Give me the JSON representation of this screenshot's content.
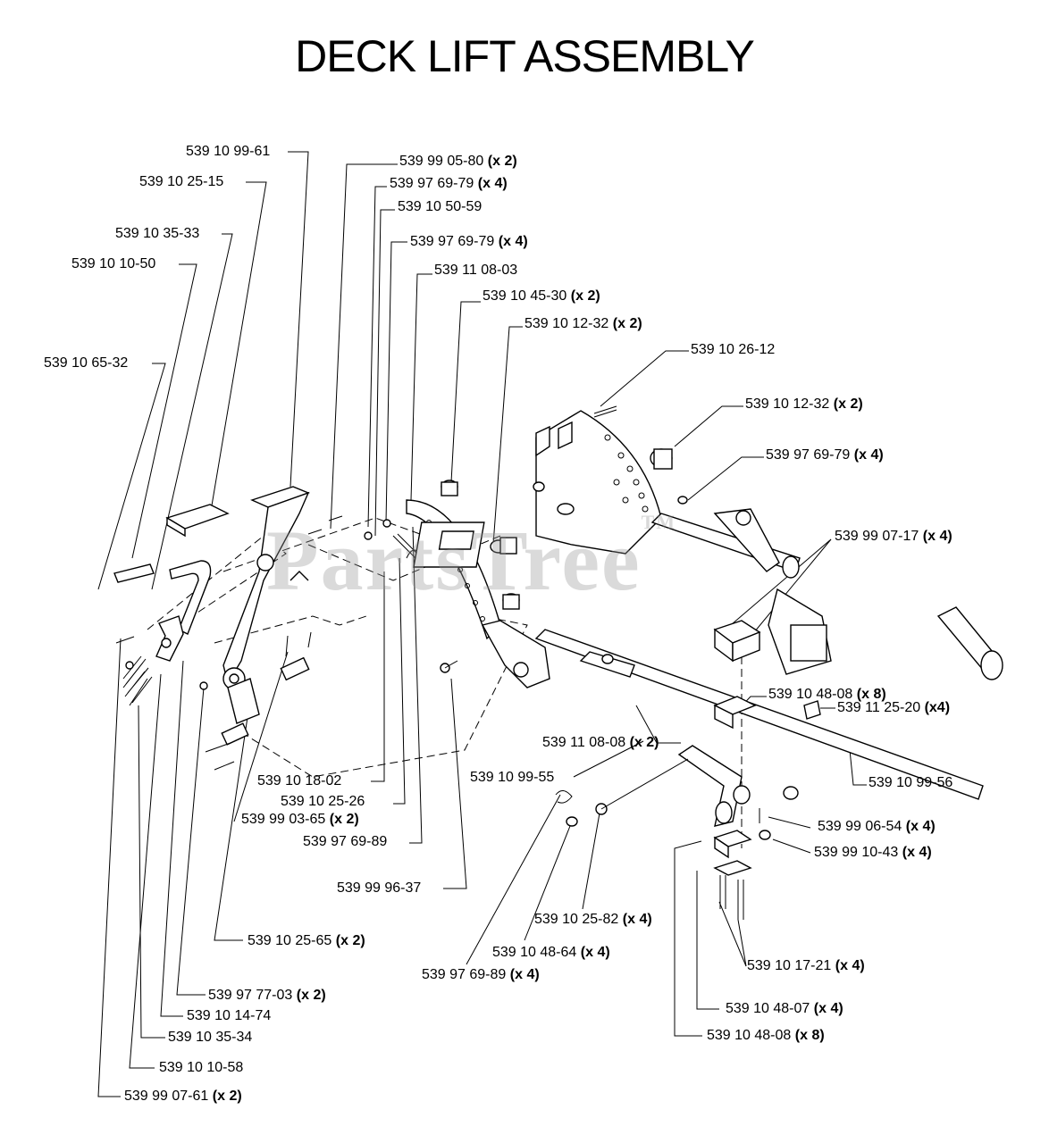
{
  "title": "DECK LIFT ASSEMBLY",
  "watermark": "PartsTree",
  "watermark_mark": "TM",
  "callouts": [
    {
      "part": "539 10 99-61",
      "qty": ""
    },
    {
      "part": "539 10 25-15",
      "qty": ""
    },
    {
      "part": "539 10 35-33",
      "qty": ""
    },
    {
      "part": "539 10 10-50",
      "qty": ""
    },
    {
      "part": "539 10 65-32",
      "qty": ""
    },
    {
      "part": "539 99 05-80",
      "qty": "(x 2)"
    },
    {
      "part": "539 97 69-79",
      "qty": "(x 4)"
    },
    {
      "part": "539 10 50-59",
      "qty": ""
    },
    {
      "part": "539 97 69-79",
      "qty": "(x 4)"
    },
    {
      "part": "539 11 08-03",
      "qty": ""
    },
    {
      "part": "539 10 45-30",
      "qty": "(x 2)"
    },
    {
      "part": "539 10 12-32",
      "qty": "(x 2)"
    },
    {
      "part": "539 10 26-12",
      "qty": ""
    },
    {
      "part": "539 10 12-32",
      "qty": "(x 2)"
    },
    {
      "part": "539 97 69-79",
      "qty": "(x 4)"
    },
    {
      "part": "539 99 07-17",
      "qty": "(x 4)"
    },
    {
      "part": "539 10 48-08",
      "qty": "(x 8)"
    },
    {
      "part": "539 11 25-20",
      "qty": "(x4)"
    },
    {
      "part": "539 11 08-08",
      "qty": "(x 2)"
    },
    {
      "part": "539 10 99-55",
      "qty": ""
    },
    {
      "part": "539 10 99-56",
      "qty": ""
    },
    {
      "part": "539 10 18-02",
      "qty": ""
    },
    {
      "part": "539 10 25-26",
      "qty": ""
    },
    {
      "part": "539 99 03-65",
      "qty": "(x 2)"
    },
    {
      "part": "539 97 69-89",
      "qty": ""
    },
    {
      "part": "539 99 06-54",
      "qty": "(x 4)"
    },
    {
      "part": "539 99 10-43",
      "qty": "(x 4)"
    },
    {
      "part": "539 99 96-37",
      "qty": ""
    },
    {
      "part": "539 10 25-82",
      "qty": "(x 4)"
    },
    {
      "part": "539 10 25-65",
      "qty": "(x 2)"
    },
    {
      "part": "539 10 48-64",
      "qty": "(x 4)"
    },
    {
      "part": "539 97 69-89",
      "qty": "(x 4)"
    },
    {
      "part": "539 10 17-21",
      "qty": "(x 4)"
    },
    {
      "part": "539 97 77-03",
      "qty": "(x 2)"
    },
    {
      "part": "539 10 14-74",
      "qty": ""
    },
    {
      "part": "539 10 48-07",
      "qty": "(x 4)"
    },
    {
      "part": "539 10 35-34",
      "qty": ""
    },
    {
      "part": "539 10 48-08",
      "qty": "(x 8)"
    },
    {
      "part": "539 10 10-58",
      "qty": ""
    },
    {
      "part": "539 99 07-61",
      "qty": "(x 2)"
    }
  ]
}
